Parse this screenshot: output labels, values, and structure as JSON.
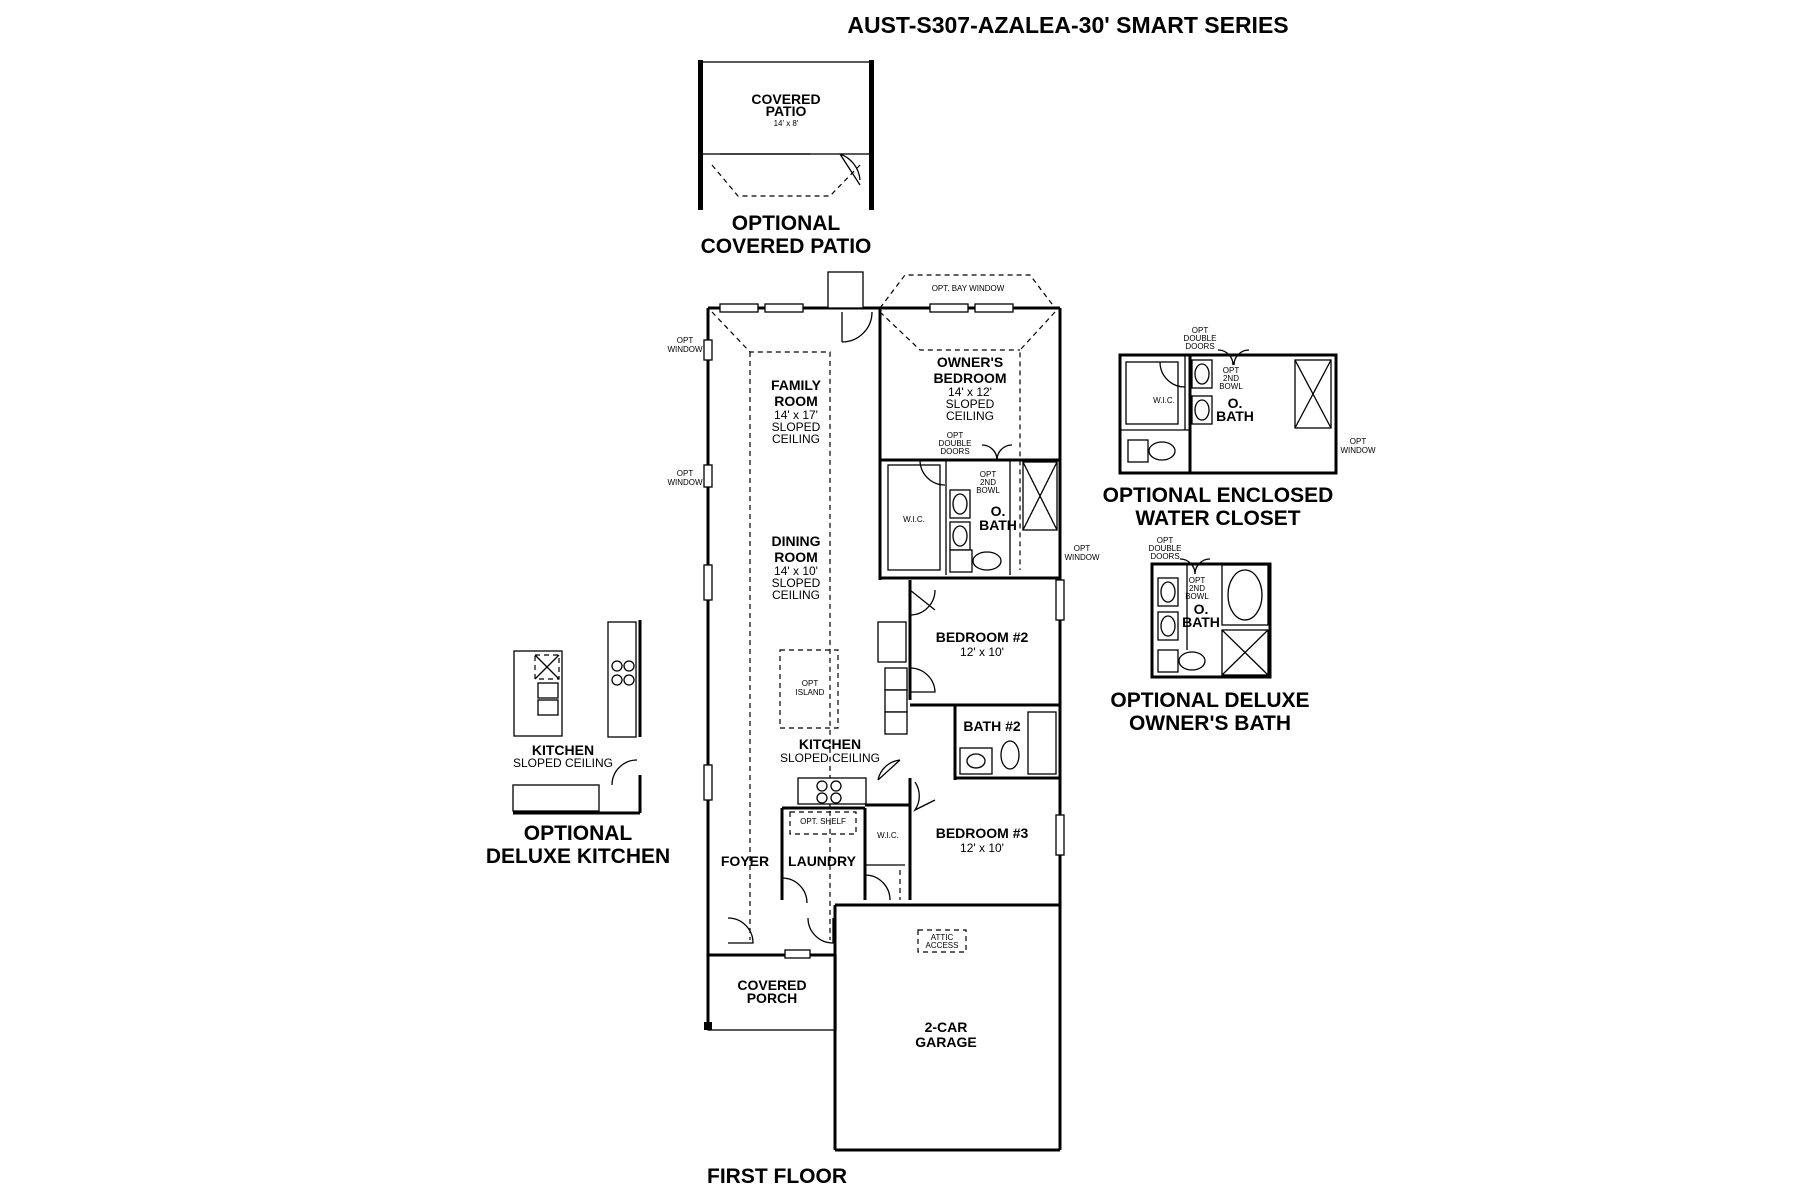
{
  "title": "AUST-S307-AZALEA-30' SMART SERIES",
  "floor_label": "FIRST FLOOR",
  "options": {
    "covered_patio": {
      "line1": "OPTIONAL",
      "line2": "COVERED PATIO",
      "room_line1": "COVERED",
      "room_line2": "PATIO",
      "size": "14' x 8'"
    },
    "enclosed_wc": {
      "line1": "OPTIONAL ENCLOSED",
      "line2": "WATER CLOSET",
      "opt_line1": "OPT",
      "opt_line2": "DOUBLE",
      "opt_line3": "DOORS",
      "bowl_line1": "OPT",
      "bowl_line2": "2ND",
      "bowl_line3": "BOWL",
      "wic": "W.I.C.",
      "bath_line1": "O.",
      "bath_line2": "BATH",
      "win_line1": "OPT",
      "win_line2": "WINDOW"
    },
    "deluxe_bath": {
      "line1": "OPTIONAL DELUXE",
      "line2": "OWNER'S BATH",
      "opt_line1": "OPT",
      "opt_line2": "DOUBLE",
      "opt_line3": "DOORS",
      "bowl_line1": "OPT",
      "bowl_line2": "2ND",
      "bowl_line3": "BOWL",
      "bath_line1": "O.",
      "bath_line2": "BATH"
    },
    "deluxe_kitchen": {
      "line1": "OPTIONAL",
      "line2": "DELUXE KITCHEN",
      "room": "KITCHEN",
      "ceiling": "SLOPED CEILING"
    }
  },
  "rooms": {
    "family_room": {
      "line1": "FAMILY",
      "line2": "ROOM",
      "size": "14' x 17'",
      "ceil1": "SLOPED",
      "ceil2": "CEILING"
    },
    "dining_room": {
      "line1": "DINING",
      "line2": "ROOM",
      "size": "14' x 10'",
      "ceil1": "SLOPED",
      "ceil2": "CEILING"
    },
    "owners_bedroom": {
      "line1": "OWNER'S",
      "line2": "BEDROOM",
      "size": "14' x 12'",
      "ceil1": "SLOPED",
      "ceil2": "CEILING"
    },
    "owners_bath": {
      "line1": "O.",
      "line2": "BATH"
    },
    "owners_wic": "W.I.C.",
    "bedroom2": {
      "name": "BEDROOM #2",
      "size": "12' x 10'"
    },
    "bath2": "BATH #2",
    "bedroom3": {
      "name": "BEDROOM #3",
      "size": "12' x 10'"
    },
    "kitchen": {
      "name": "KITCHEN",
      "ceiling": "SLOPED CEILING"
    },
    "laundry": "LAUNDRY",
    "laundry_wic": "W.I.C.",
    "foyer": "FOYER",
    "covered_porch": {
      "line1": "COVERED",
      "line2": "PORCH"
    },
    "garage": {
      "line1": "2-CAR",
      "line2": "GARAGE"
    }
  },
  "notes": {
    "bay_window": "OPT. BAY WINDOW",
    "opt": "OPT",
    "window": "WINDOW",
    "double": "DOUBLE",
    "doors": "DOORS",
    "second": "2ND",
    "bowl": "BOWL",
    "island_line1": "OPT",
    "island_line2": "ISLAND",
    "shelf": "OPT. SHELF",
    "attic_line1": "ATTIC",
    "attic_line2": "ACCESS"
  }
}
